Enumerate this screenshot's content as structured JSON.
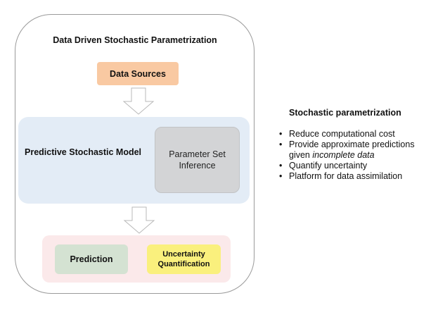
{
  "diagram": {
    "title": "Data Driven Stochastic Parametrization",
    "data_sources": "Data Sources",
    "model": {
      "label": "Predictive Stochastic Model",
      "param_line1": "Parameter Set",
      "param_line2": "Inference"
    },
    "outputs": {
      "prediction": "Prediction",
      "uncertainty_line1": "Uncertainty",
      "uncertainty_line2": "Quantification"
    }
  },
  "side": {
    "heading": "Stochastic parametrization",
    "bullets": [
      {
        "text": "Reduce computational cost"
      },
      {
        "text": "Provide approximate predictions given ",
        "emphasis": "incomplete data"
      },
      {
        "text": "Quantify uncertainty"
      },
      {
        "text": "Platform for data assimilation"
      }
    ]
  },
  "colors": {
    "data_sources_fill": "#f9c9a2",
    "model_panel_fill": "#e3ecf6",
    "param_box_fill": "#d3d4d6",
    "output_panel_fill": "#fbe9ea",
    "prediction_fill": "#d4e2d2",
    "uncertainty_fill": "#faf07d"
  }
}
